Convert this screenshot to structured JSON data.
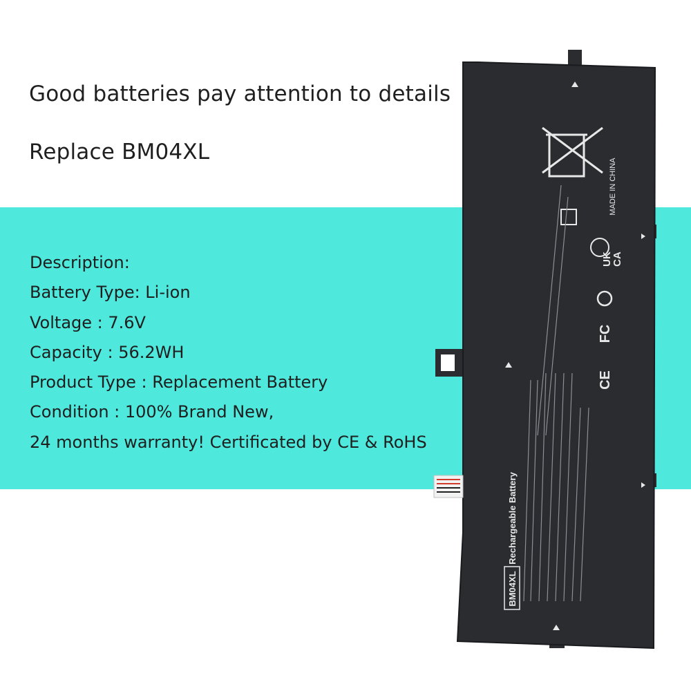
{
  "headline": {
    "line1": "Good batteries pay attention to details",
    "line2": "Replace BM04XL"
  },
  "specs": [
    "Description:",
    "Battery Type:  Li-ion",
    "Voltage : 7.6V",
    "Capacity : 56.2WH",
    "Product Type : Replacement Battery",
    "Condition : 100% Brand New,",
    "24 months warranty! Certificated by CE & RoHS"
  ],
  "battery": {
    "model": "BM04XL",
    "label_title": "Rechargeable Battery",
    "made_in": "MADE IN CHINA",
    "mark_uk": "UK",
    "mark_ca": "CA",
    "mark_fc": "FC",
    "mark_ce": "CE",
    "colors": {
      "body": "#2b2c30",
      "band": "#4ee8dc",
      "print": "#e8e8e8"
    }
  }
}
